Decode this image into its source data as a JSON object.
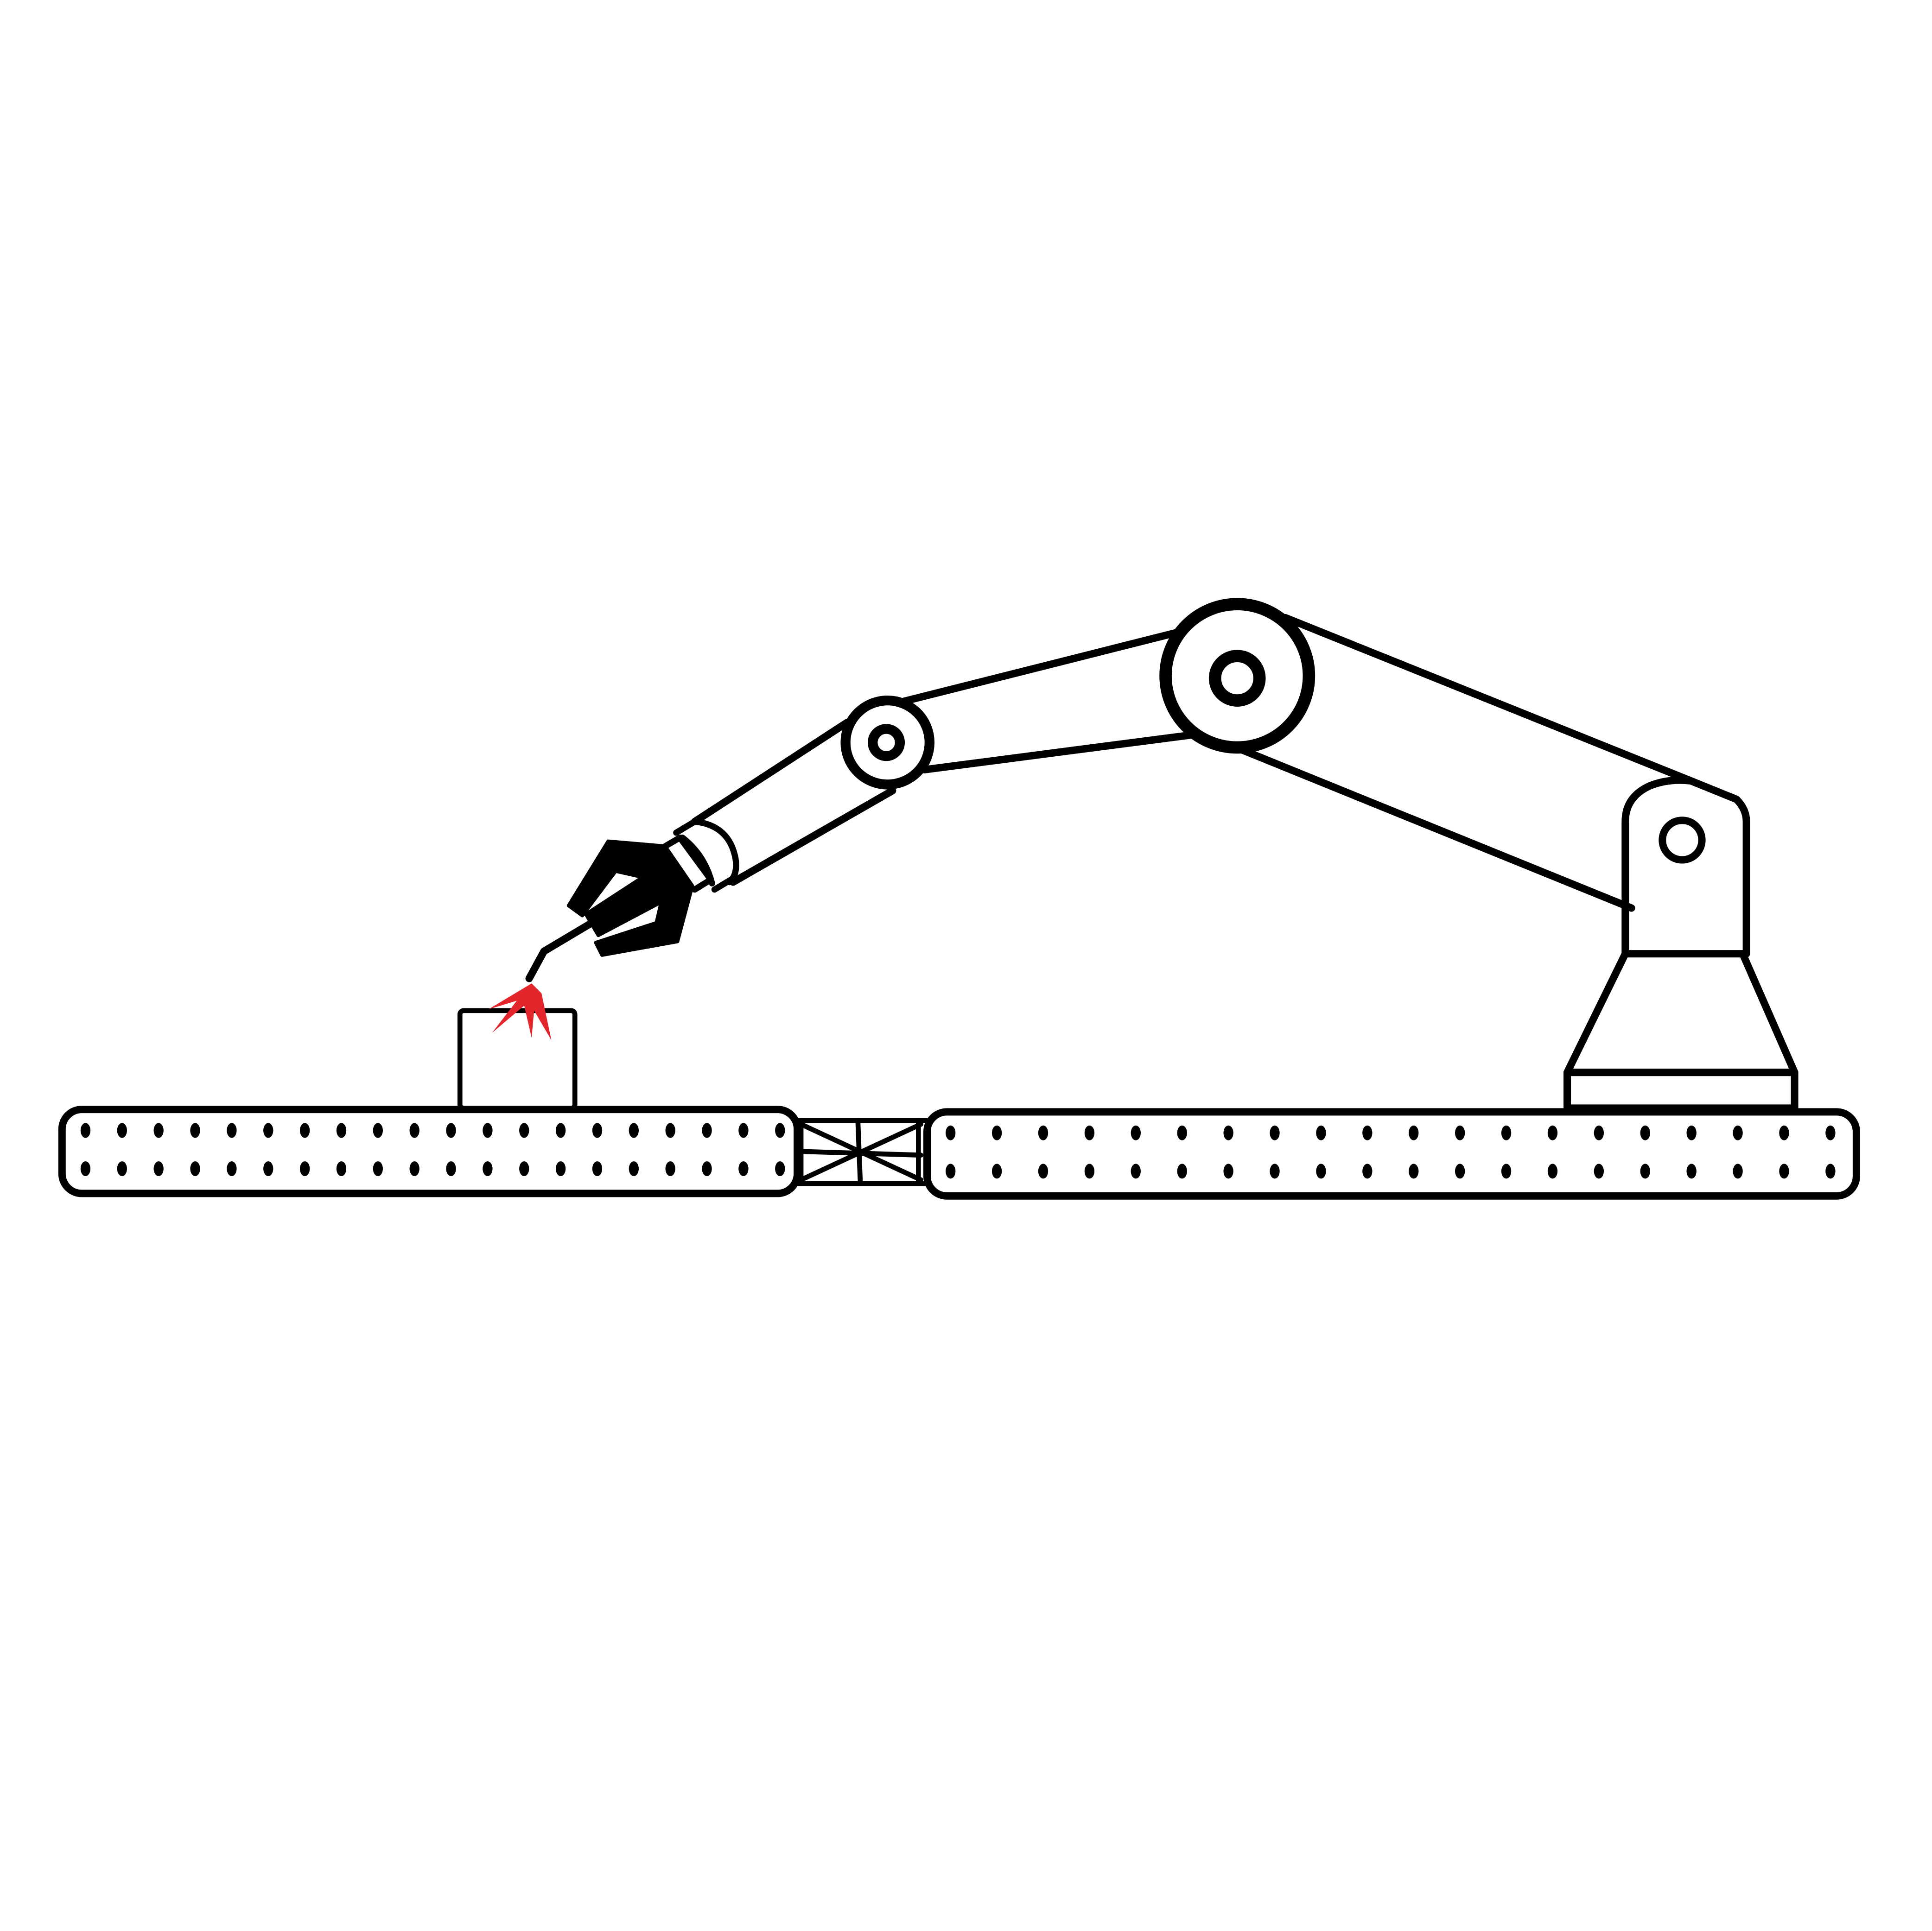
{
  "illustration": {
    "subject": "robot-arm-welding-icon",
    "colors": {
      "stroke": "#000000",
      "background": "#ffffff",
      "spark": "#e3262b"
    },
    "rail_dot_rows": 2,
    "left_rail_dots_per_row": 20,
    "right_rail_dots_per_row": 20
  }
}
